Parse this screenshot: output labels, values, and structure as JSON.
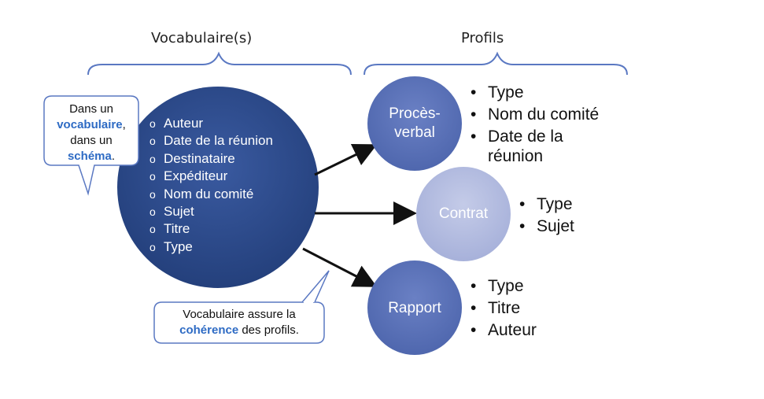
{
  "headers": {
    "vocab": "Vocabulaire(s)",
    "profils": "Profils"
  },
  "vocabulary_items": [
    "Auteur",
    "Date de la réunion",
    "Destinataire",
    "Expéditeur",
    "Nom du comité",
    "Sujet",
    "Titre",
    "Type"
  ],
  "list_bullet": "o",
  "attr_bullet": "•",
  "callout_top": {
    "line1": "Dans un",
    "word_vocab": "vocabulaire",
    "comma": ",",
    "line3": "dans un",
    "word_schema": "schéma",
    "period": "."
  },
  "callout_bottom": {
    "line1": "Vocabulaire assure la",
    "word": "cohérence",
    "rest": " des profils."
  },
  "profiles": [
    {
      "name_line1": "Procès-",
      "name_line2": "verbal",
      "attributes": [
        "Type",
        "Nom du comité",
        "Date de la",
        "réunion"
      ]
    },
    {
      "name": "Contrat",
      "attributes": [
        "Type",
        "Sujet"
      ]
    },
    {
      "name": "Rapport",
      "attributes": [
        "Type",
        "Titre",
        "Auteur"
      ]
    }
  ],
  "colors": {
    "dark_blue": "#2d4a8a",
    "medium_blue": "#5b72b8",
    "light_blue": "#b4bde0",
    "brace": "#5a78c2",
    "highlight": "#2e6bc4"
  }
}
